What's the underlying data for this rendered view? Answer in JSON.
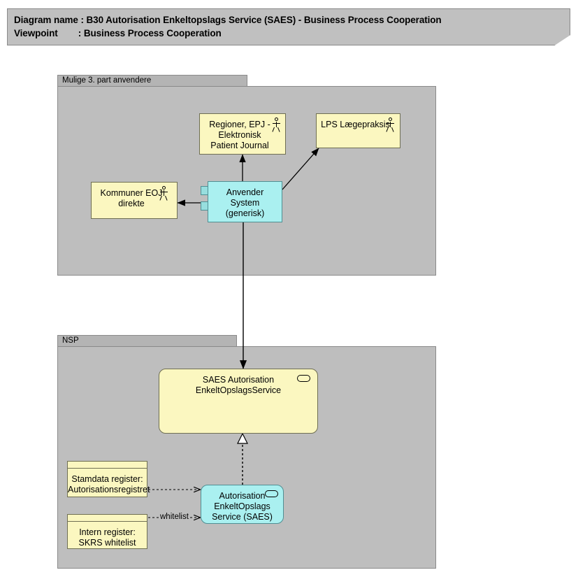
{
  "title": {
    "line1": "Diagram name : B30 Autorisation Enkeltopslags Service (SAES) - Business Process Cooperation",
    "line2": "Viewpoint        : Business Process Cooperation"
  },
  "groups": [
    {
      "id": "top",
      "label": "Mulige 3. part anvendere"
    },
    {
      "id": "nsp",
      "label": "NSP"
    }
  ],
  "nodes": {
    "regioner": {
      "label": "Regioner, EPJ - Elektronisk Patient Journal",
      "type": "actor",
      "color": "#fbf7c0"
    },
    "lps": {
      "label": "LPS Lægepraksis",
      "type": "actor",
      "color": "#fbf7c0"
    },
    "kommuner": {
      "label": "Kommuner EOJ direkte",
      "type": "actor",
      "color": "#fbf7c0"
    },
    "anvender_system": {
      "label": "Anvender System (generisk)",
      "type": "component",
      "color": "#aaf0f0"
    },
    "saes_service": {
      "label": "SAES Autorisation EnkeltOpslagsService",
      "type": "service",
      "color": "#fbf7c0"
    },
    "autorisation_saes": {
      "label": "Autorisation EnkeltOpslags Service (SAES)",
      "type": "service-component",
      "color": "#aaf0f0"
    },
    "stamdata": {
      "label": "Stamdata register: Autorisationsregistret",
      "type": "object",
      "color": "#fbf7c0"
    },
    "intern_register": {
      "label": "Intern register: SKRS whitelist",
      "type": "object",
      "color": "#fbf7c0"
    }
  },
  "edges": [
    {
      "id": "anvender-to-regioner",
      "label": ""
    },
    {
      "id": "anvender-to-lps",
      "label": ""
    },
    {
      "id": "anvender-to-kommuner",
      "label": ""
    },
    {
      "id": "anvender-to-saes",
      "label": ""
    },
    {
      "id": "autorisation-realizes-saes",
      "label": ""
    },
    {
      "id": "stamdata-to-autorisation",
      "label": ""
    },
    {
      "id": "intern-to-autorisation",
      "label": "whitelist"
    }
  ],
  "icons": {
    "actor": "actor-icon",
    "service": "service-oval-icon",
    "component": "component-tabs-icon"
  }
}
